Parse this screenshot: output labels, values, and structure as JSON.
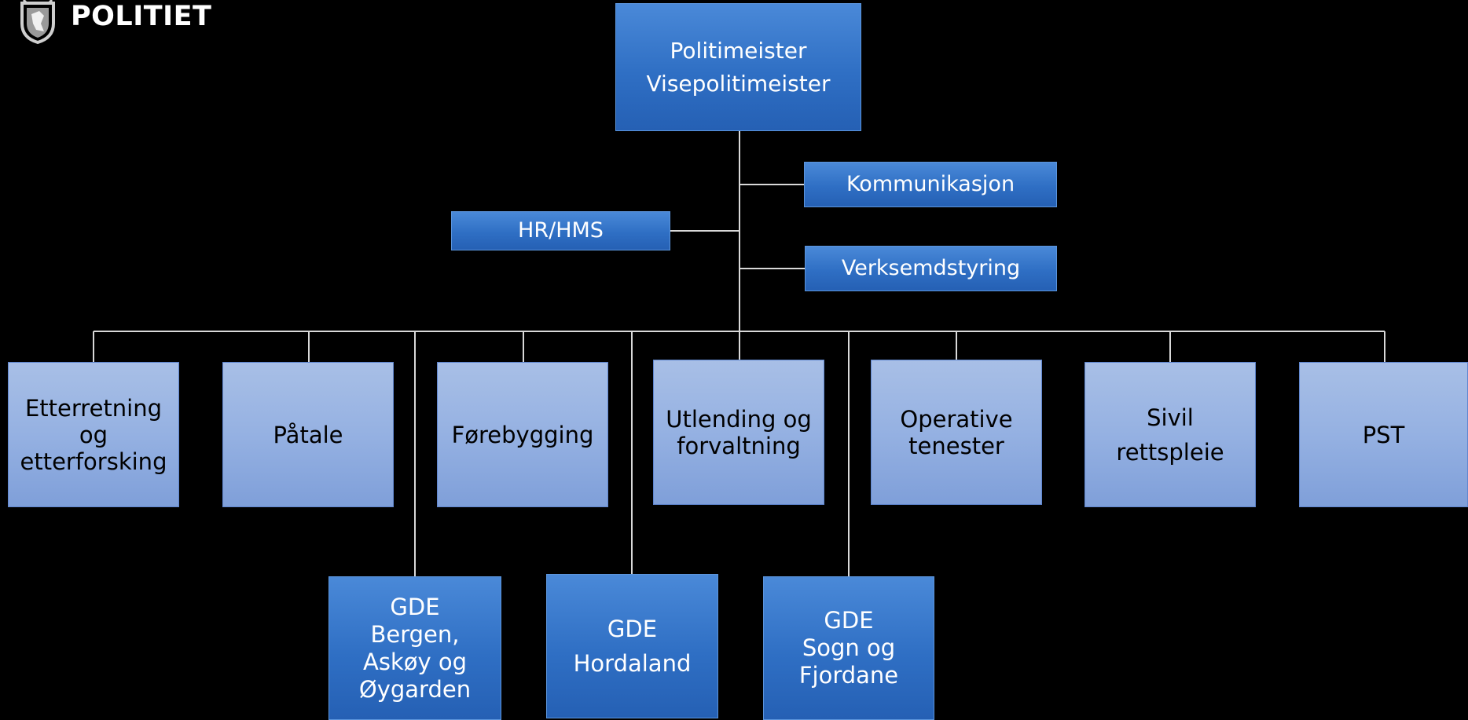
{
  "header": {
    "brand": "POLITIET",
    "crest_icon": "police-crest-icon"
  },
  "chief": {
    "line1": "Politimeister",
    "line2": "Visepolitimeister"
  },
  "staff": {
    "kommunikasjon": "Kommunikasjon",
    "hr": "HR/HMS",
    "verksemdstyring": "Verksemdstyring"
  },
  "departments": {
    "etterretning": [
      "Etterretning",
      "og",
      "etterforsking"
    ],
    "patale": [
      "Påtale"
    ],
    "forebygging": [
      "Førebygging"
    ],
    "utlending": [
      "Utlending og",
      "forvaltning"
    ],
    "operative": [
      "Operative",
      "tenester"
    ],
    "sivil": [
      "Sivil",
      "rettspleie"
    ],
    "pst": [
      "PST"
    ]
  },
  "gde": {
    "bergen": [
      "GDE",
      "Bergen,",
      "Askøy og",
      "Øygarden"
    ],
    "hordaland": [
      "GDE",
      "Hordaland"
    ],
    "sogn": [
      "GDE",
      "Sogn og",
      "Fjordane"
    ]
  },
  "colors": {
    "background": "#000000",
    "dark_box": "#2f6fc4",
    "light_box": "#95b1e2",
    "connector": "#d9d9d9"
  }
}
